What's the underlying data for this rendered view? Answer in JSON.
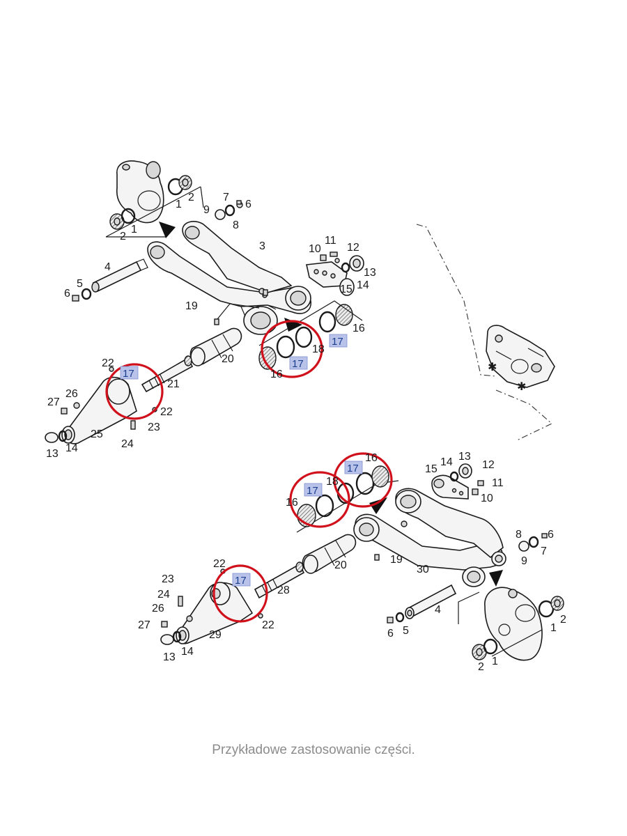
{
  "caption": "Przykładowe zastosowanie części.",
  "highlight": {
    "part_number": "17",
    "circle_color": "#d0101b",
    "badge_color": "#b9c3ea"
  },
  "labels": {
    "top": {
      "l1a": "1",
      "l2a": "2",
      "l1b": "1",
      "l2b": "2",
      "l3": "3",
      "l4": "4",
      "l5": "5",
      "l6a": "6",
      "l6b": "6",
      "l7": "7",
      "l8": "8",
      "l9": "9",
      "l10": "10",
      "l11": "11",
      "l12": "12",
      "l13a": "13",
      "l13b": "13",
      "l14a": "14",
      "l14b": "14",
      "l15": "15",
      "l16a": "16",
      "l16b": "16",
      "l18": "18",
      "l19": "19",
      "l20": "20",
      "l21": "21",
      "l22a": "22",
      "l22b": "22",
      "l23": "23",
      "l24": "24",
      "l25": "25",
      "l26": "26",
      "l27": "27"
    },
    "bottom": {
      "l1a": "1",
      "l2a": "2",
      "l1b": "1",
      "l2b": "2",
      "l4": "4",
      "l5": "5",
      "l6a": "6",
      "l6b": "6",
      "l7": "7",
      "l8": "8",
      "l9": "9",
      "l10": "10",
      "l11": "11",
      "l12": "12",
      "l13a": "13",
      "l13b": "13",
      "l14a": "14",
      "l14b": "14",
      "l15": "15",
      "l16a": "16",
      "l16b": "16",
      "l18": "18",
      "l19": "19",
      "l20": "20",
      "l22a": "22",
      "l22b": "22",
      "l23": "23",
      "l24": "24",
      "l26": "26",
      "l27": "27",
      "l28": "28",
      "l29": "29",
      "l30": "30"
    }
  }
}
